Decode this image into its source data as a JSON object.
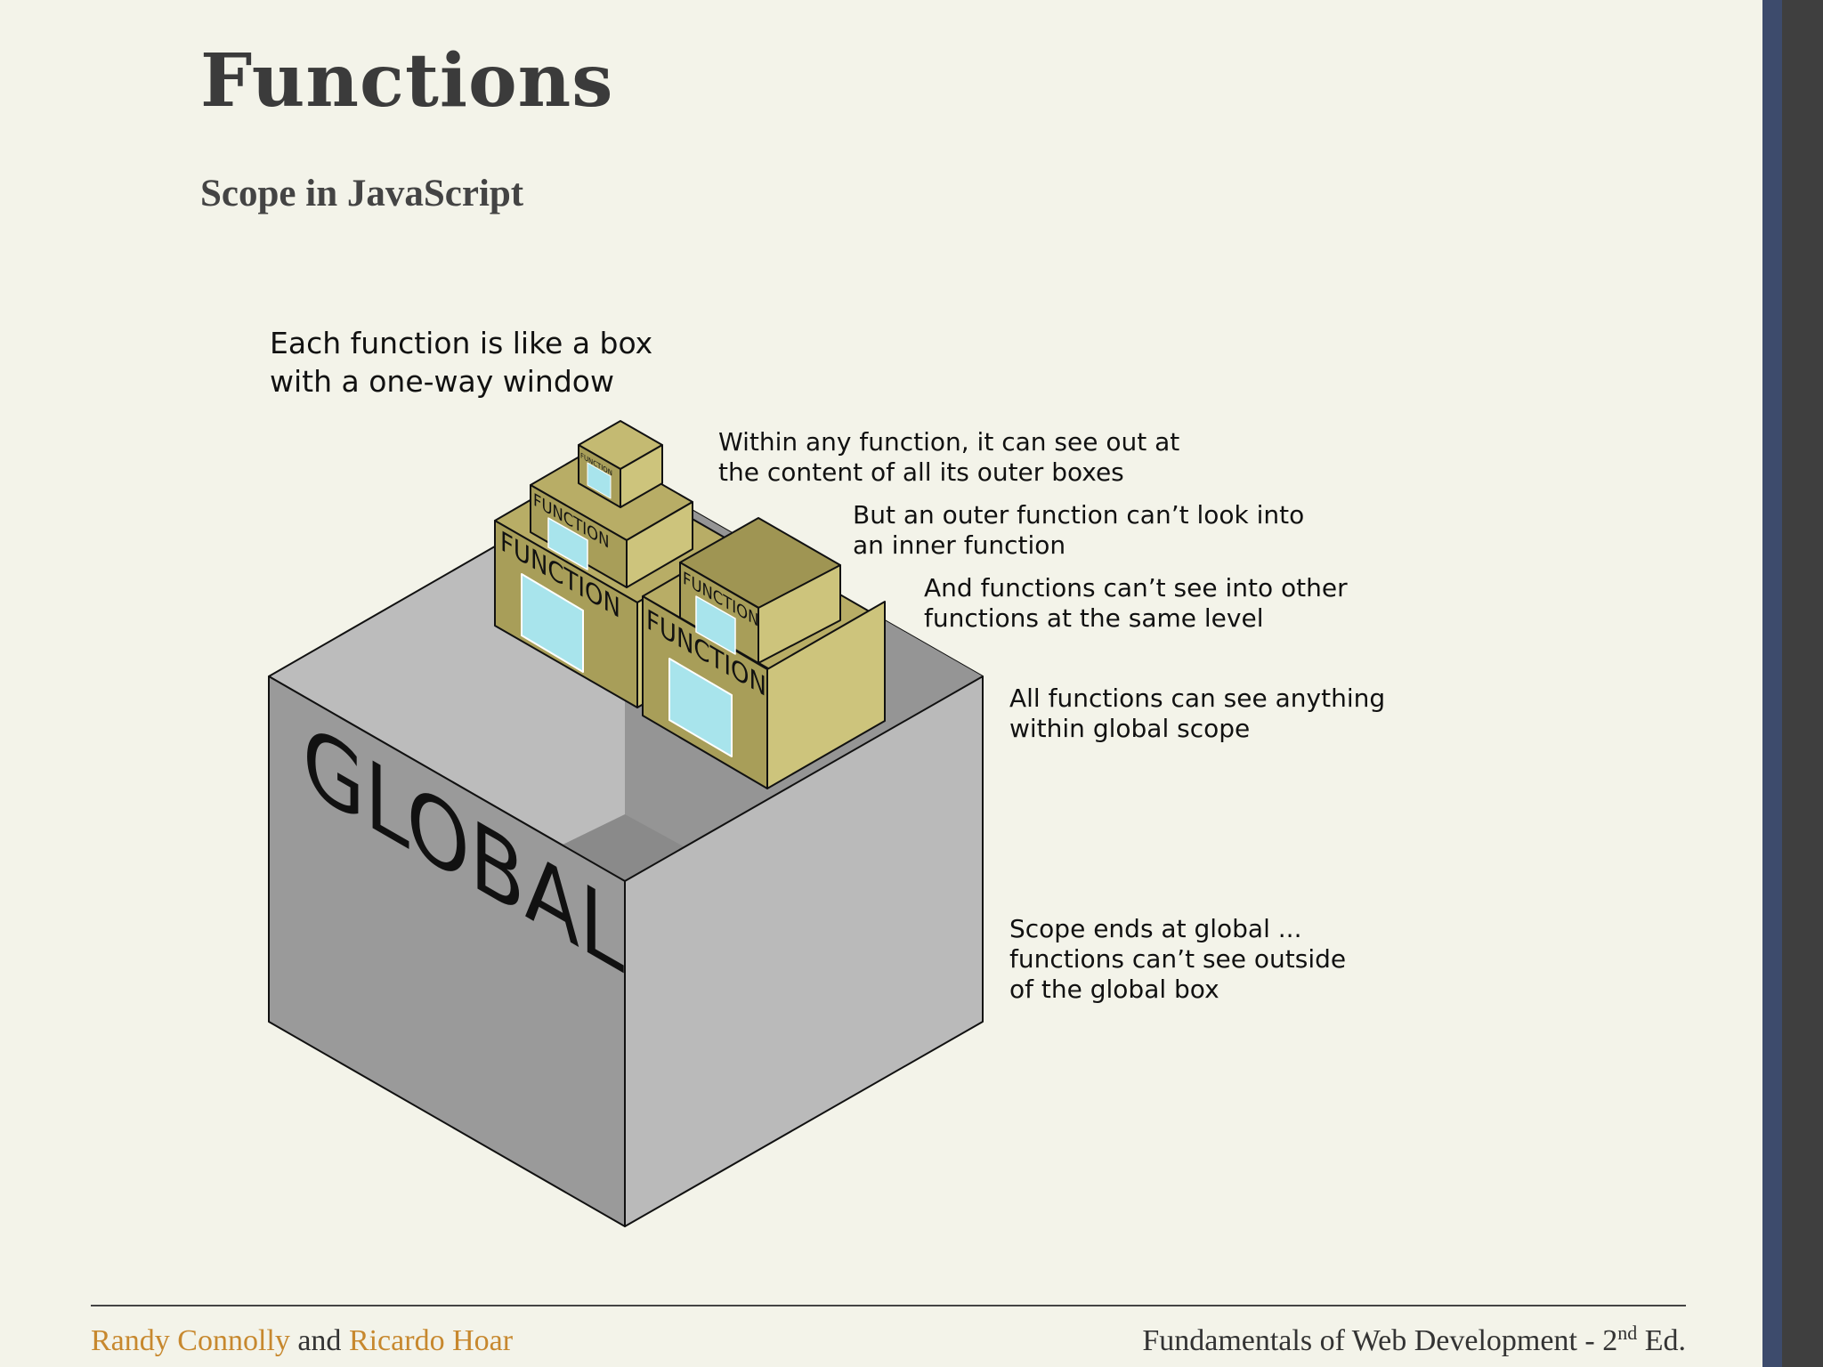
{
  "slide": {
    "title": "Functions",
    "subtitle": "Scope in JavaScript"
  },
  "diagram": {
    "intro": [
      "Each function is like a box",
      "with a one-way window"
    ],
    "annotations": [
      [
        "Within any function, it can see out at",
        "the content of all its outer boxes"
      ],
      [
        "But an outer function can’t look into",
        "an inner function"
      ],
      [
        "And functions can’t see into other",
        "functions at the same level"
      ],
      [
        "All functions can see anything",
        "within global scope"
      ],
      [
        "Scope ends at global ...",
        "functions can’t see outside",
        "of the global box"
      ]
    ],
    "global_label": "GLOBAL",
    "function_label": "FUNCTION",
    "colors": {
      "global_box": "#b9b9b9",
      "global_box_shade": "#949494",
      "function_box": "#cdc47c",
      "function_box_shade": "#a59b58",
      "window": "#a8e4ec",
      "sidebar_navy": "#3d4b6c",
      "author_accent": "#c7882e"
    }
  },
  "footer": {
    "author1": "Randy Connolly",
    "conjunction": "and",
    "author2": "Ricardo Hoar",
    "book_title": "Fundamentals of Web Development - 2",
    "edition_sup": "nd",
    "edition_suffix": "Ed."
  }
}
